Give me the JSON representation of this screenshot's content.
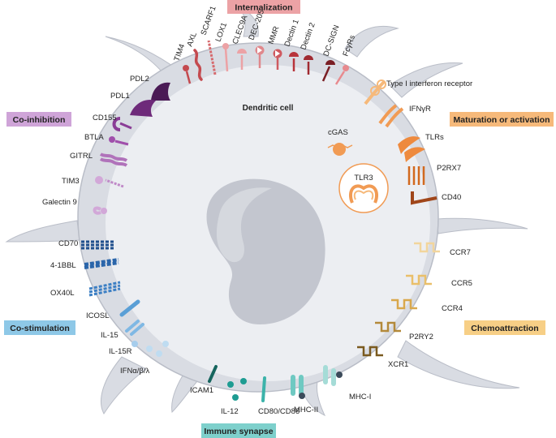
{
  "cell": {
    "label": "Dendritic cell"
  },
  "categories": {
    "internalization": {
      "label": "Internalization",
      "color": "#eca2a5"
    },
    "co_inhibition": {
      "label": "Co-inhibition",
      "color": "#cfa4d8"
    },
    "maturation": {
      "label": "Maturation or activation",
      "color": "#f6b97a"
    },
    "co_stimulation": {
      "label": "Co-stimulation",
      "color": "#8ec8e7"
    },
    "chemoattraction": {
      "label": "Chemoattraction",
      "color": "#f7cf86"
    },
    "immune_synapse": {
      "label": "Immune synapse",
      "color": "#7ed0cc"
    }
  },
  "receptors": {
    "tim4": "TIM4",
    "axl": "AXL",
    "scarf1": "SCARF1",
    "lox1": "LOX1",
    "clec9a": "CLEC9A",
    "dec205": "DEC-205",
    "mmr": "MMR",
    "dectin1": "Dectin 1",
    "dectin2": "Dectin 2",
    "dcsign": "DC-SIGN",
    "fcgr": "FcγRs",
    "pdl2": "PDL2",
    "pdl1": "PDL1",
    "cd155": "CD155",
    "btla": "BTLA",
    "gitrl": "GITRL",
    "tim3": "TIM3",
    "galectin9": "Galectin 9",
    "ifnr1": "Type I interferon receptor",
    "ifngr": "IFNγR",
    "cgas": "cGAS",
    "tlrs": "TLRs",
    "tlr3": "TLR3",
    "p2rx7": "P2RX7",
    "cd40": "CD40",
    "cd70": "CD70",
    "b41bbl": "4-1BBL",
    "ox40l": "OX40L",
    "icosl": "ICOSL",
    "il15": "IL-15",
    "il15r": "IL-15R",
    "ifnabl": "IFNα/β/λ",
    "ccr7": "CCR7",
    "ccr5": "CCR5",
    "ccr4": "CCR4",
    "p2ry2": "P2RY2",
    "xcr1": "XCR1",
    "icam1": "ICAM1",
    "il12": "IL-12",
    "cd80": "CD80/CD86",
    "mhc2": "MHC-II",
    "mhc1": "MHC-I"
  },
  "colors": {
    "cell_fill": "#d9dce3",
    "cell_inner": "#eceef2",
    "cell_edge": "#b9bdc7",
    "nucleus": "#c3c6cf",
    "nucleus_light": "#d5d8de"
  }
}
